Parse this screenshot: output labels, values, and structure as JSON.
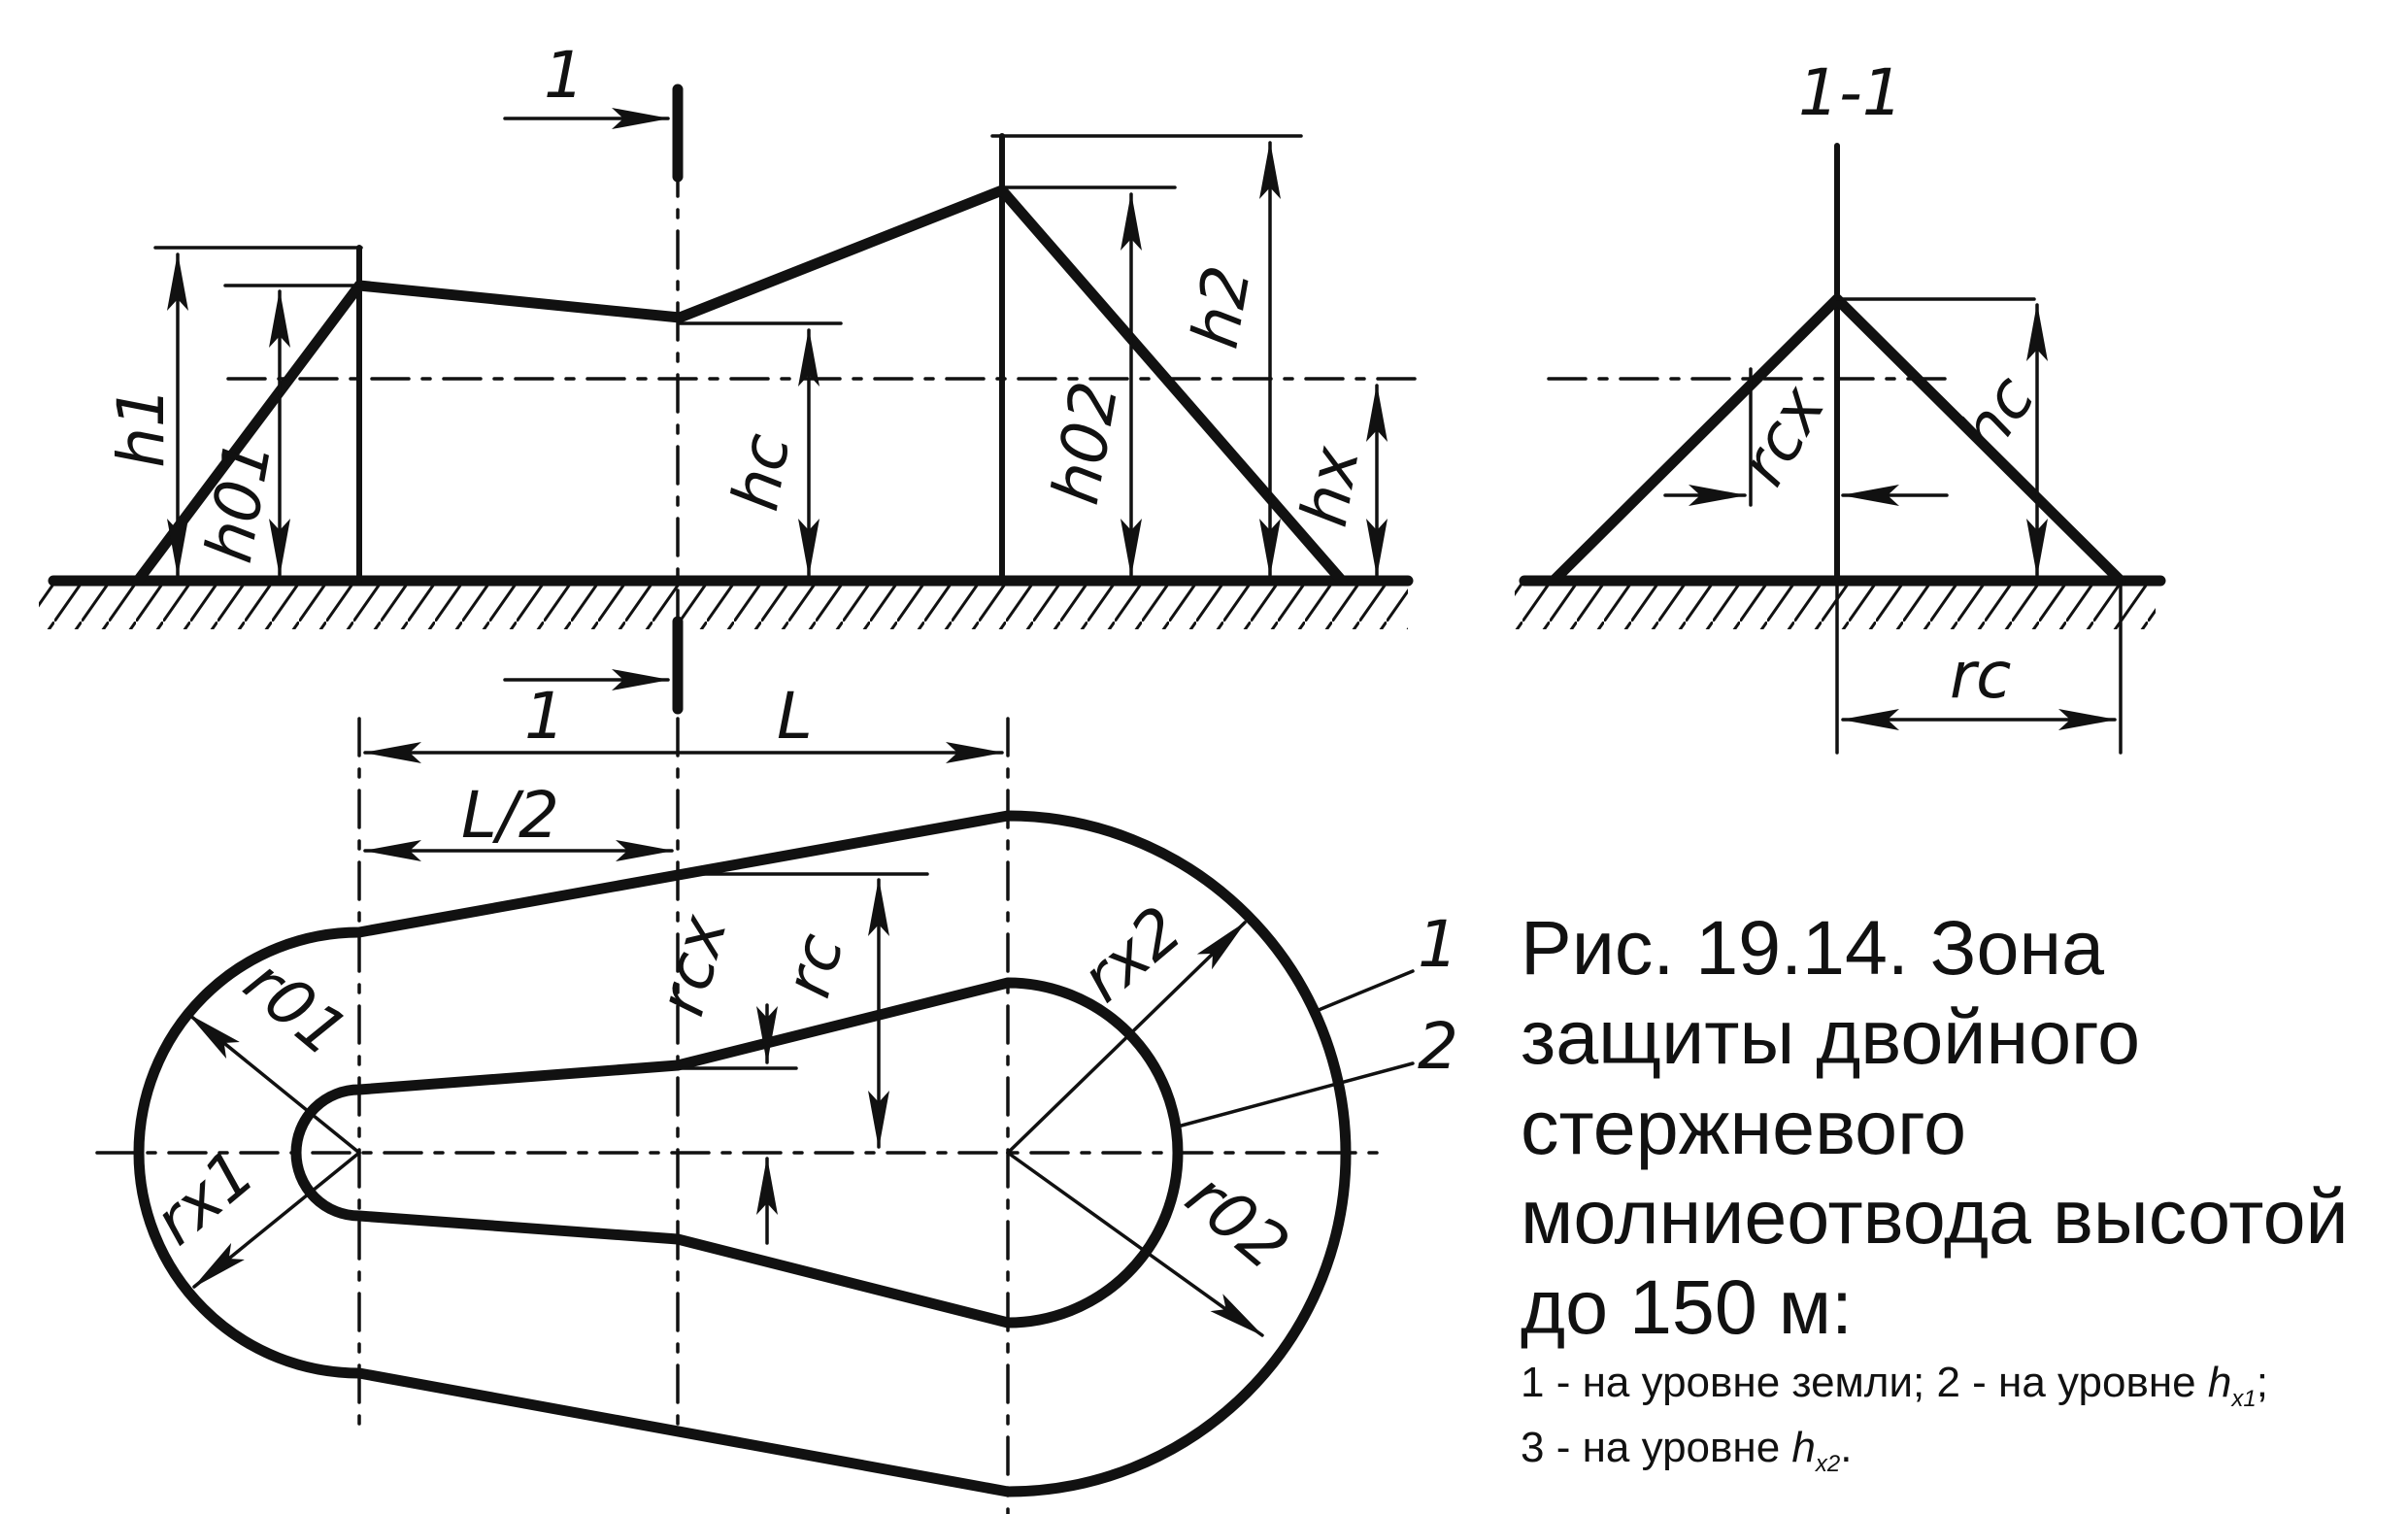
{
  "labels": {
    "section_marker": "1",
    "section_title": "1-1",
    "h1": "h1",
    "h01": "h01",
    "hc": "hc",
    "h02": "h02",
    "h2": "h2",
    "hx": "hx",
    "rcx": "rcx",
    "rc": "rc",
    "L": "L",
    "L_half": "L/2",
    "r01": "r01",
    "rx1": "rx1",
    "rx2": "rx2",
    "r02": "r02",
    "curve_1": "1",
    "curve_2": "2"
  },
  "caption": {
    "title": "Рис. 19.14. Зона защиты двойного стержневого молниеотвода высотой до 150 м:",
    "note_1": "1 - на уровне земли; 2 - на уровне ",
    "note_1_var": "h",
    "note_1_sub": "x1",
    "note_1_end": ";",
    "note_2": "3 - на уровне ",
    "note_2_var": "h",
    "note_2_sub": "x2",
    "note_2_end": "."
  }
}
